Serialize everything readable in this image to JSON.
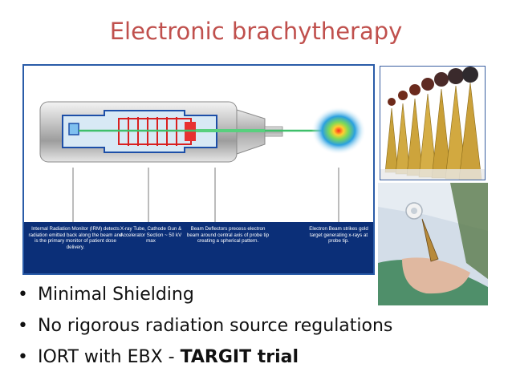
{
  "slide": {
    "title": "Electronic brachytherapy"
  },
  "diagram": {
    "captions": [
      "Internal Radiation Monitor (IRM) detects radiation emitted back along the beam and is the primary monitor of patient dose delivery.",
      "X-ray Tube, Cathode Gun & Accelerator Section ~ 50 kV max",
      "Beam Deflectors precess electron beam around central axis of probe tip creating a spherical pattern.",
      "Electron Beam strikes gold target generating x-rays at probe tip."
    ],
    "colors": {
      "caption_band": "#0b2f78",
      "border": "#2a5ca8",
      "hot_spot": "#e02020",
      "glow": "#1e8cd8",
      "beam": "#3fbf6a"
    }
  },
  "bullets": [
    {
      "text": "Minimal Shielding",
      "bold": ""
    },
    {
      "text": "No rigorous radiation source regulations",
      "bold": ""
    },
    {
      "text": "IORT with EBX - ",
      "bold": "TARGIT trial"
    }
  ],
  "images": {
    "vials": "x-ray-probe-applicators-photo",
    "surgery": "intraoperative-application-photo"
  },
  "colors": {
    "title": "#c0504d",
    "text": "#111111"
  }
}
